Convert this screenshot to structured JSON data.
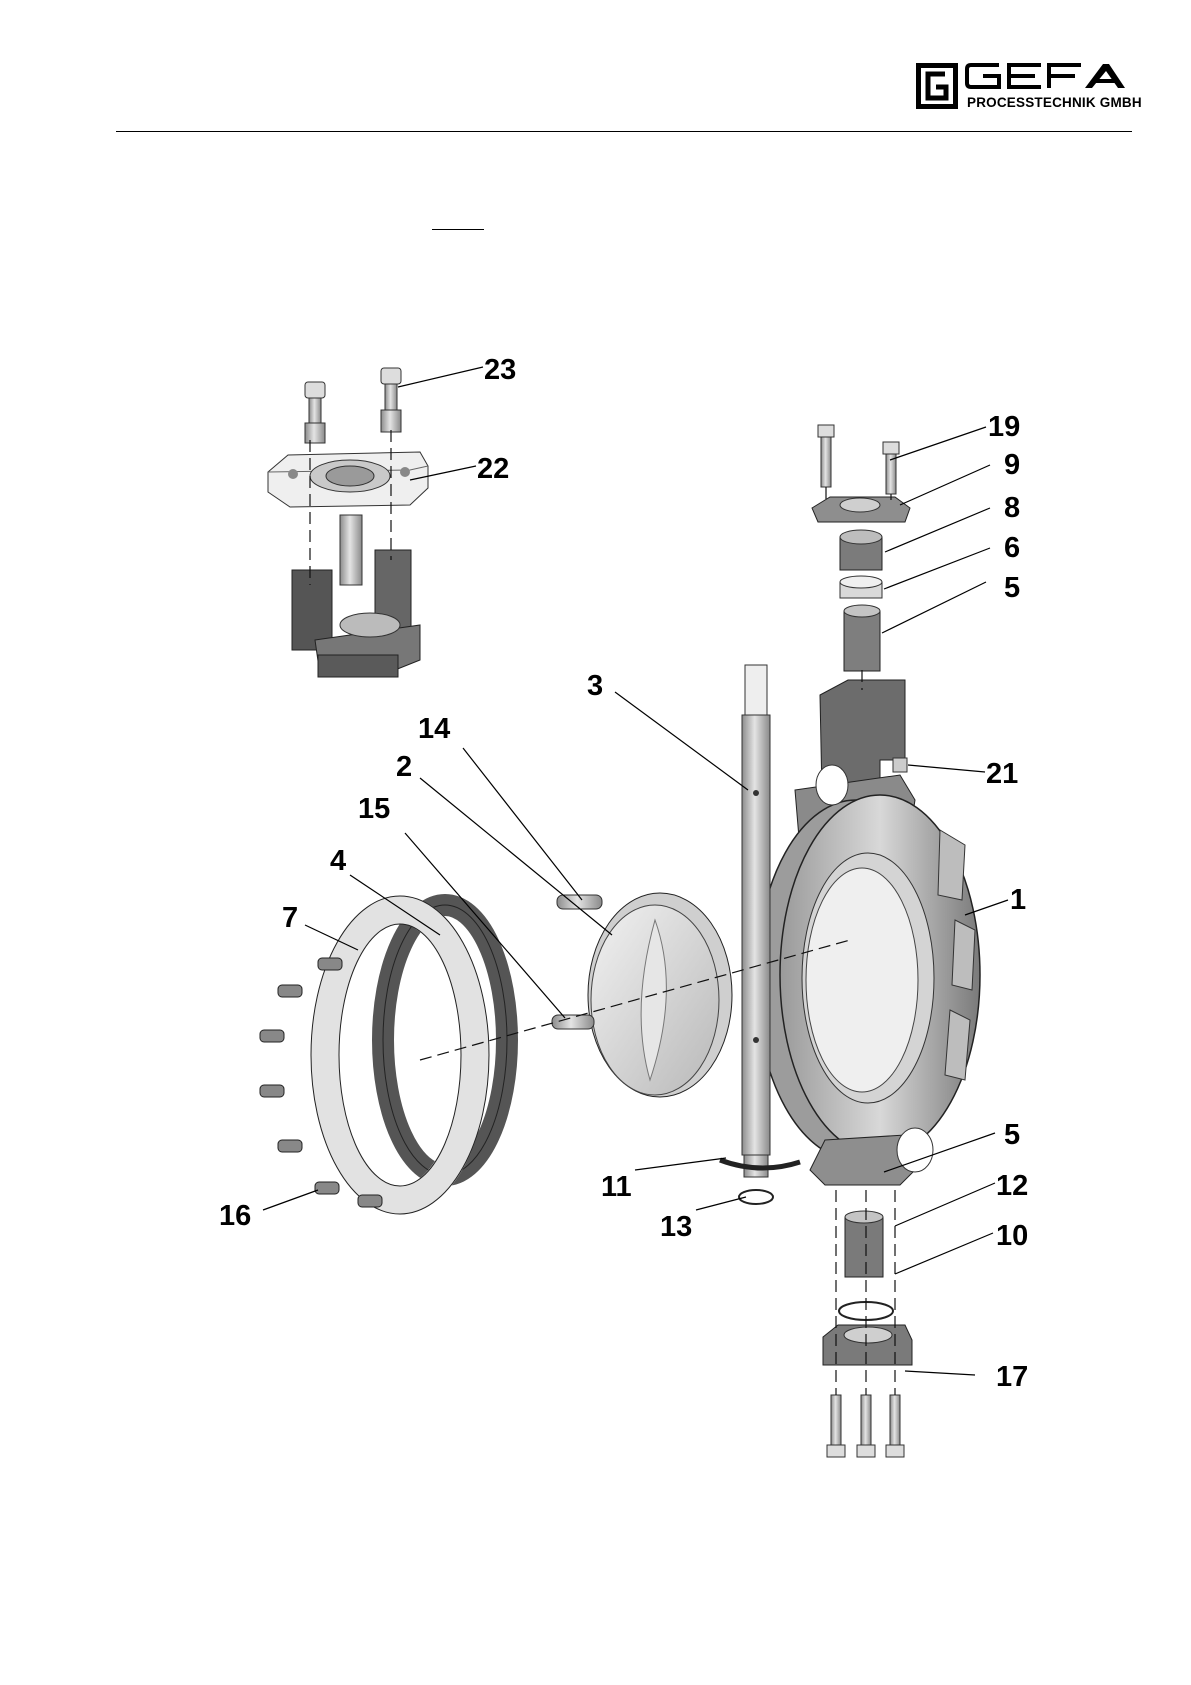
{
  "header": {
    "logo_text": "GEFA",
    "company_name": "PROCESSTECHNIK GMBH"
  },
  "part_labels": [
    "1",
    "2",
    "3",
    "4",
    "5",
    "5",
    "6",
    "7",
    "8",
    "9",
    "10",
    "11",
    "12",
    "13",
    "14",
    "15",
    "16",
    "17",
    "19",
    "21",
    "22",
    "23"
  ]
}
